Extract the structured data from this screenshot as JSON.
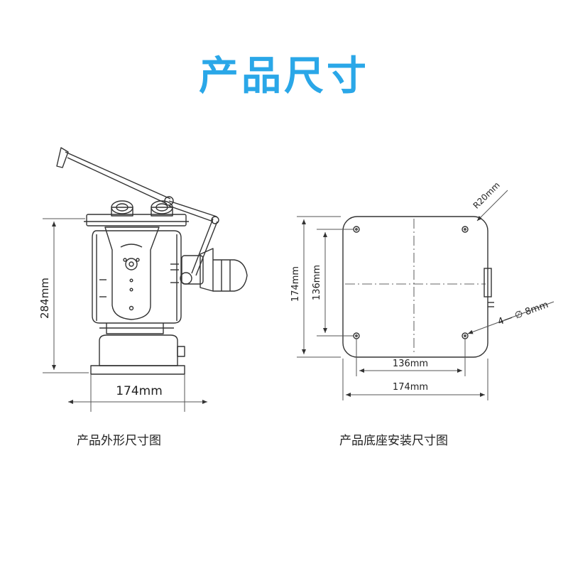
{
  "page": {
    "title": "产品尺寸",
    "title_color": "#2aa7e8"
  },
  "left_view": {
    "height_label": "284mm",
    "width_label": "174mm",
    "caption": "产品外形尺寸图"
  },
  "right_view": {
    "outer_height_label": "174mm",
    "inner_height_label": "136mm",
    "inner_width_label": "136mm",
    "outer_width_label": "174mm",
    "radius_label": "R20mm",
    "hole_label": "4— ∅ 8mm",
    "caption": "产品底座安装尺寸图"
  },
  "colors": {
    "line": "#333333",
    "dim_line": "#555555"
  }
}
